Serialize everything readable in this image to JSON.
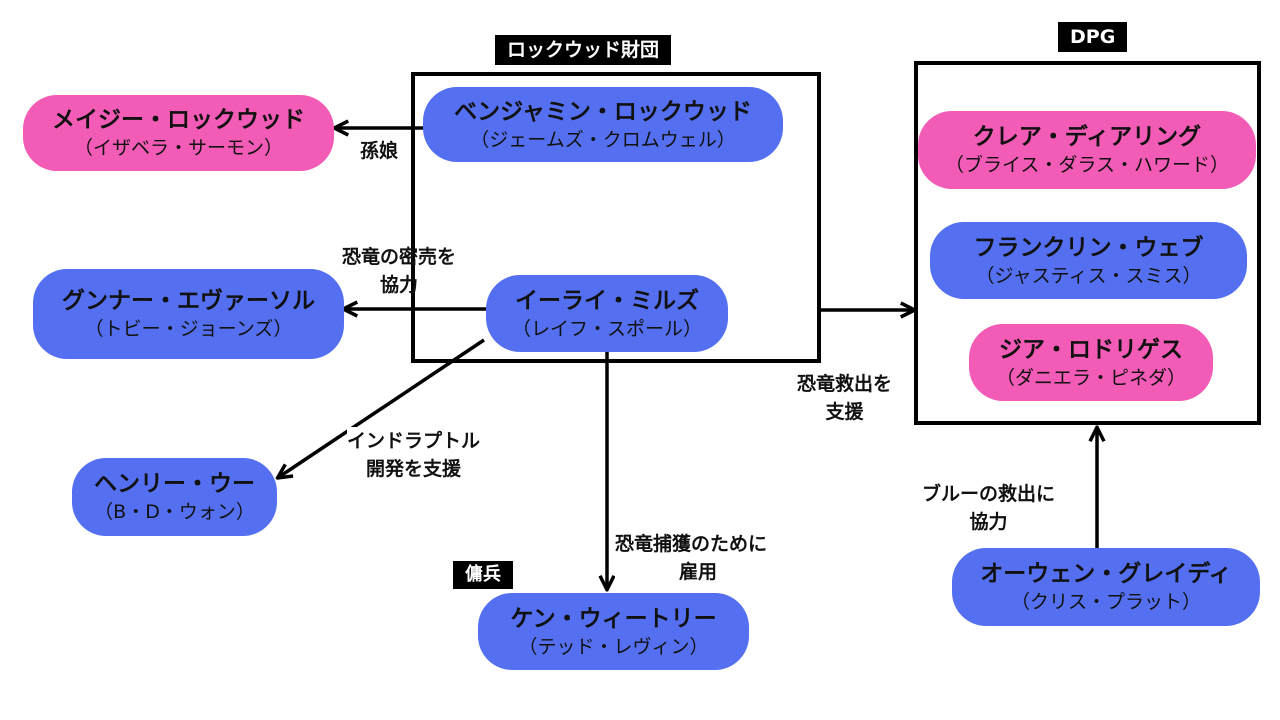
{
  "groups": {
    "lockwood": "ロックウッド財団",
    "dpg": "DPG",
    "mercenary": "傭兵"
  },
  "characters": {
    "benjamin": {
      "name": "ベンジャミン・ロックウッド",
      "actor": "（ジェームズ・クロムウェル）"
    },
    "maisie": {
      "name": "メイジー・ロックウッド",
      "actor": "（イザベラ・サーモン）"
    },
    "eli": {
      "name": "イーライ・ミルズ",
      "actor": "（レイフ・スポール）"
    },
    "gunnar": {
      "name": "グンナー・エヴァーソル",
      "actor": "（トビー・ジョーンズ）"
    },
    "henry": {
      "name": "ヘンリー・ウー",
      "actor": "（B・D・ウォン）"
    },
    "ken": {
      "name": "ケン・ウィートリー",
      "actor": "（テッド・レヴィン）"
    },
    "claire": {
      "name": "クレア・ディアリング",
      "actor": "（ブライス・ダラス・ハワード）"
    },
    "franklin": {
      "name": "フランクリン・ウェブ",
      "actor": "（ジャスティス・スミス）"
    },
    "zia": {
      "name": "ジア・ロドリゲス",
      "actor": "（ダニエラ・ピネダ）"
    },
    "owen": {
      "name": "オーウェン・グレイディ",
      "actor": "（クリス・プラット）"
    }
  },
  "relations": {
    "granddaughter": "孫娘",
    "dino_sale": [
      "恐竜の密売を",
      "協力"
    ],
    "indoraptor": [
      "インドラプトル",
      "開発を支援"
    ],
    "capture": [
      "恐竜捕獲のために",
      "雇用"
    ],
    "rescue_support": [
      "恐竜救出を",
      "支援"
    ],
    "blue_rescue": [
      "ブルーの救出に",
      "協力"
    ]
  },
  "colors": {
    "blue_node": "#5470f0",
    "pink_node": "#f25bb6",
    "line": "#000000"
  }
}
